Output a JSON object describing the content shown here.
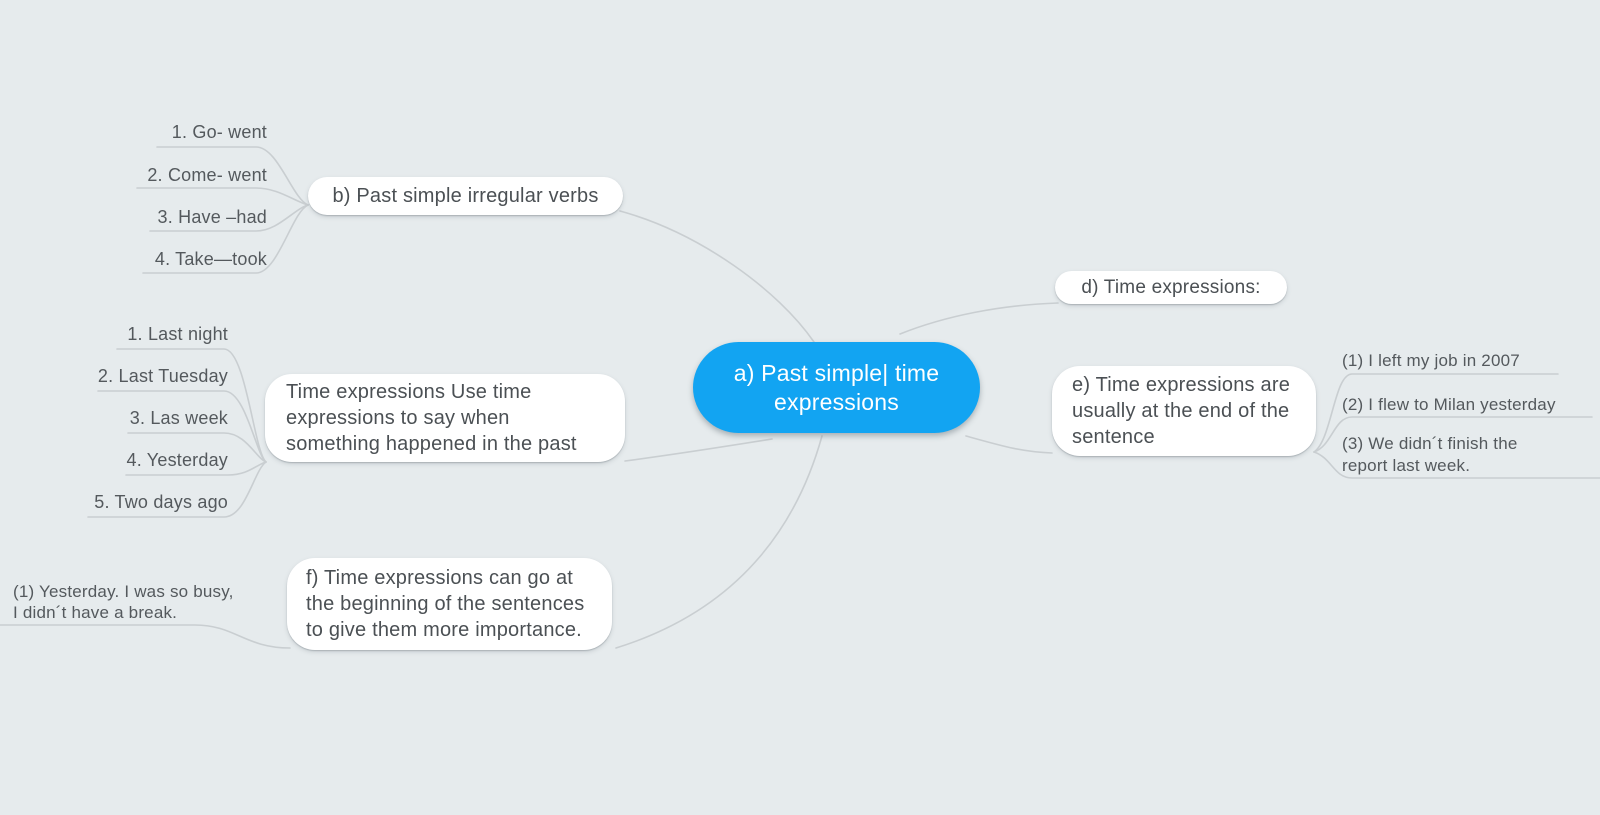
{
  "colors": {
    "background": "#e6ebed",
    "root_fill": "#12a4f2",
    "root_text": "#ffffff",
    "bubble_fill": "#ffffff",
    "bubble_text": "#4b5054",
    "child_text": "#54595d",
    "connector": "#c9ced1"
  },
  "root": {
    "label": "a) Past simple| time expressions",
    "lines": [
      "a) Past simple| time",
      "expressions"
    ]
  },
  "branches": {
    "b": {
      "label": "b) Past simple irregular verbs",
      "children": [
        "1. Go- went",
        "2. Come- went",
        "3. Have –had",
        "4. Take—took"
      ]
    },
    "time_use": {
      "label": "Time expressions Use time expressions to say when something happened in the past",
      "lines": [
        "Time expressions Use time",
        "expressions to say when",
        "something happened in the past"
      ],
      "children": [
        "1. Last night",
        "2. Last Tuesday",
        "3. Las week",
        "4. Yesterday",
        "5. Two days ago"
      ]
    },
    "f": {
      "label": "f) Time expressions can go at the beginning of the sentences to give them more importance.",
      "lines": [
        "f) Time expressions can go at",
        "the beginning of the sentences",
        "to give them more importance."
      ],
      "children": [
        [
          "(1) Yesterday. I was so busy,",
          "I didn´t have a break."
        ]
      ]
    },
    "d": {
      "label": "d) Time expressions:"
    },
    "e": {
      "label": "e) Time expressions are usually at the end of the sentence",
      "lines": [
        "e) Time expressions are",
        "usually at the end of the",
        "sentence"
      ],
      "children": [
        "(1) I left my job in 2007",
        "(2) I flew to Milan yesterday",
        [
          "(3) We didn´t finish the",
          "report last week."
        ]
      ]
    }
  }
}
